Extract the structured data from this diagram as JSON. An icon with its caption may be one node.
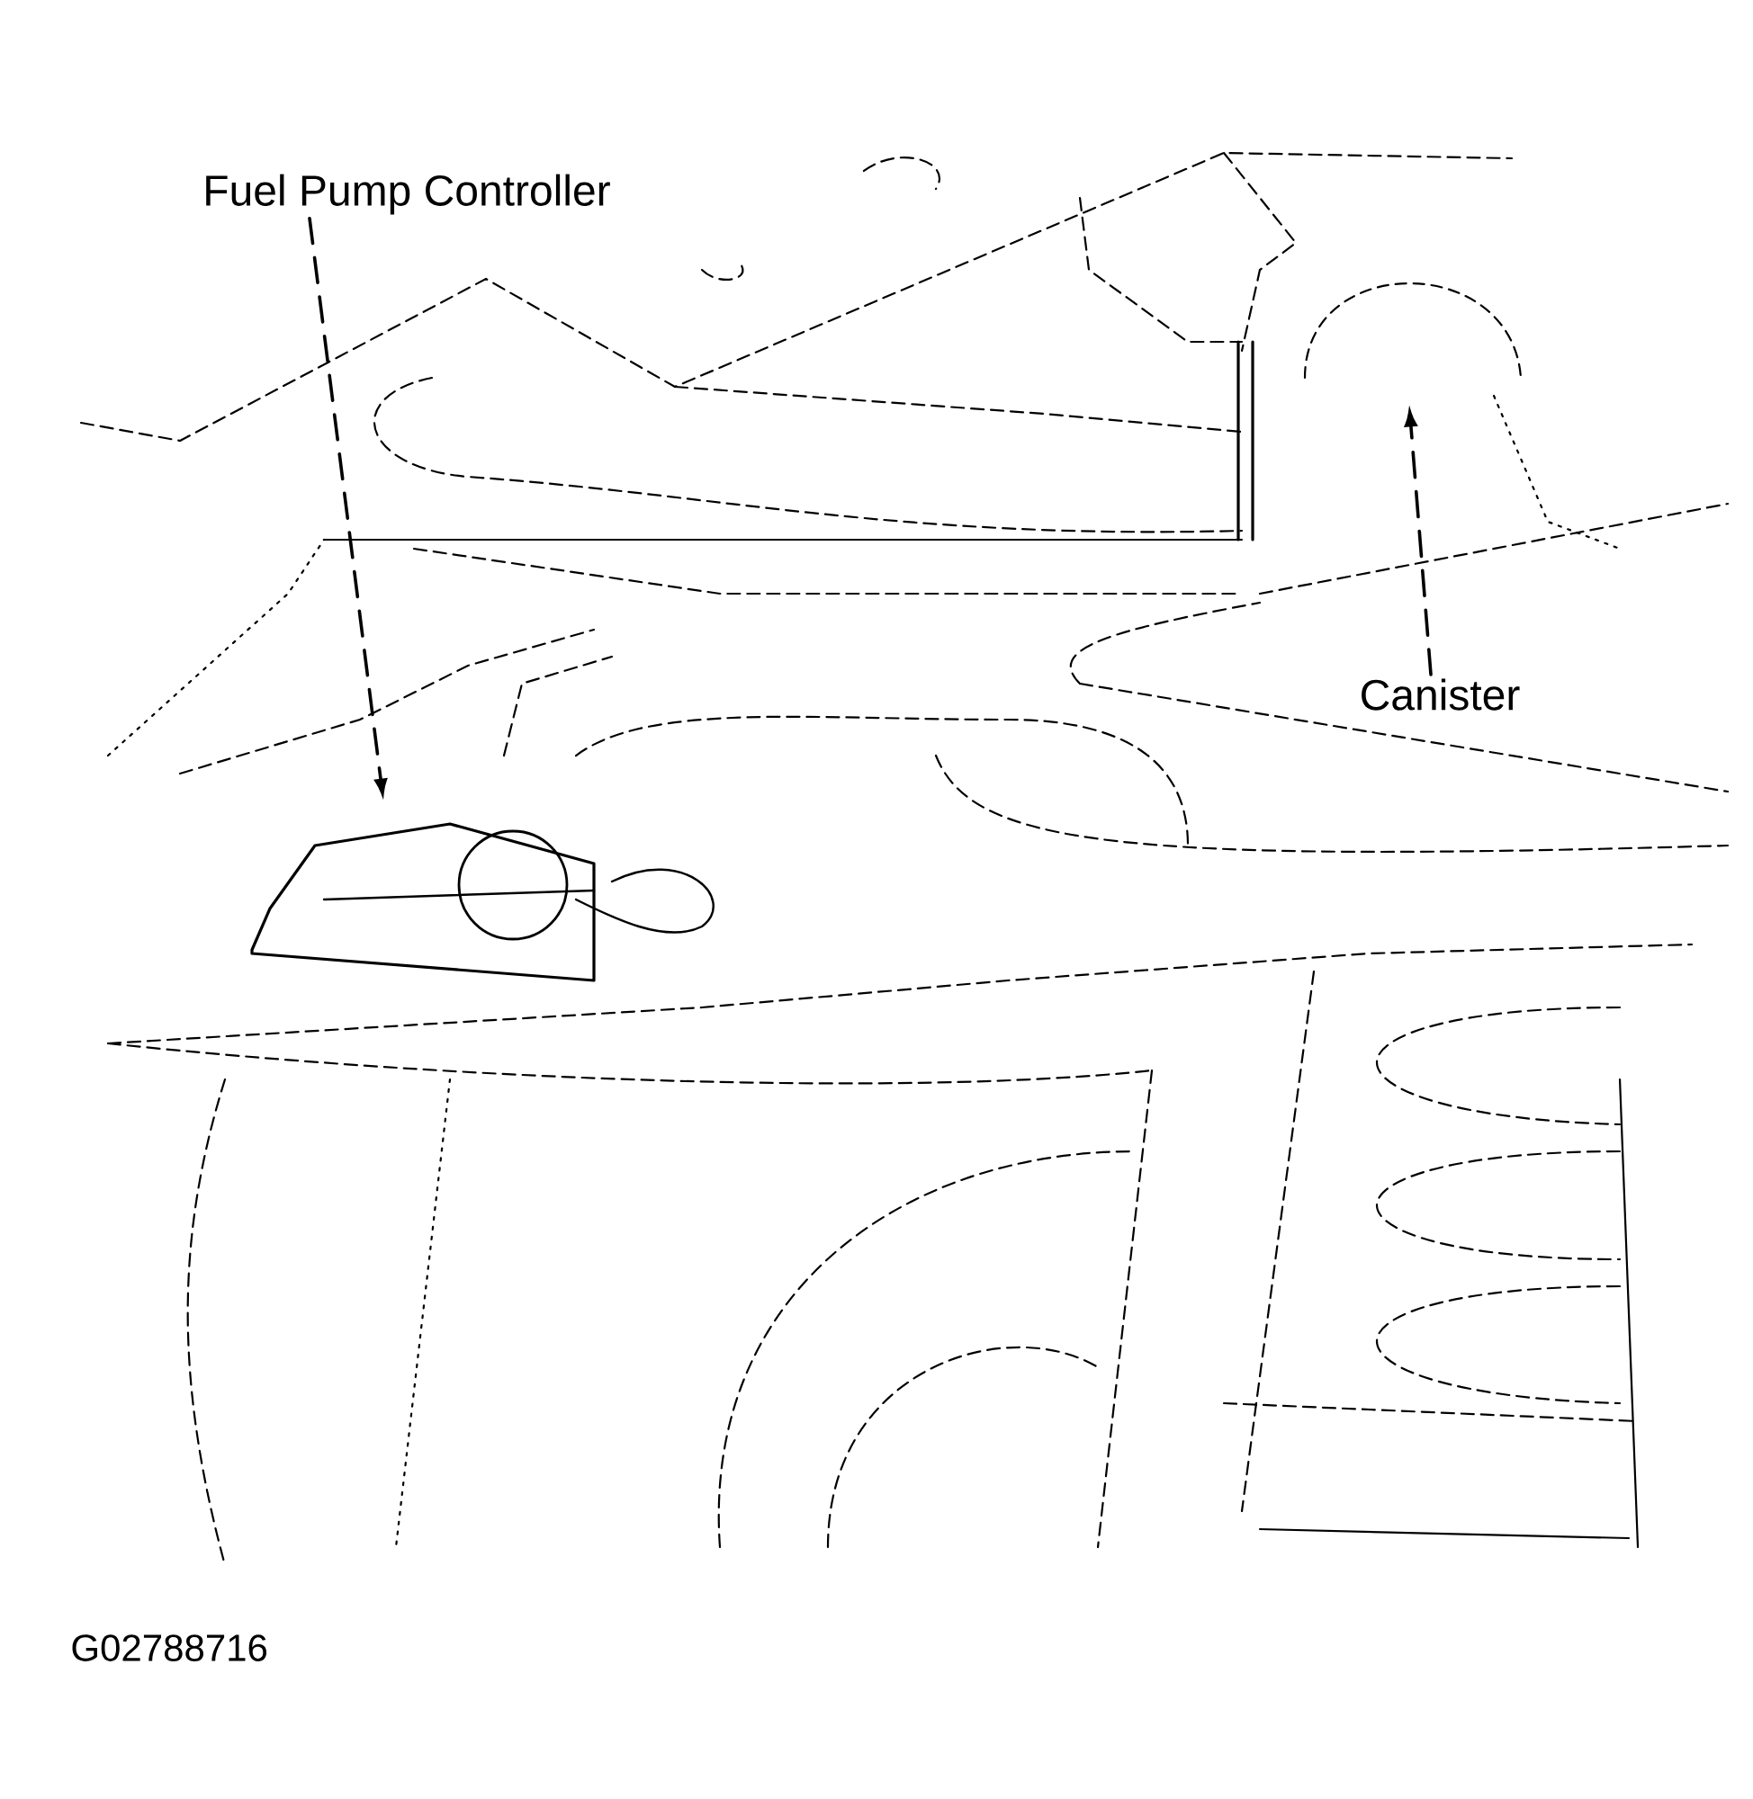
{
  "diagram": {
    "nodes": [
      {
        "text": [
          "Fuel Pump Controller"
        ]
      },
      {
        "text": [],
        "shape": "picture"
      },
      {
        "text": [
          "Canister"
        ]
      },
      {
        "text": [],
        "shape": "picture"
      }
    ],
    "edges": [
      {
        "from": 0,
        "to": 1,
        "arrow": "to",
        "style": "dashed"
      },
      {
        "from": 2,
        "to": 3,
        "arrow": "to",
        "style": "dashed"
      }
    ],
    "labels": [
      "G02788716"
    ]
  }
}
